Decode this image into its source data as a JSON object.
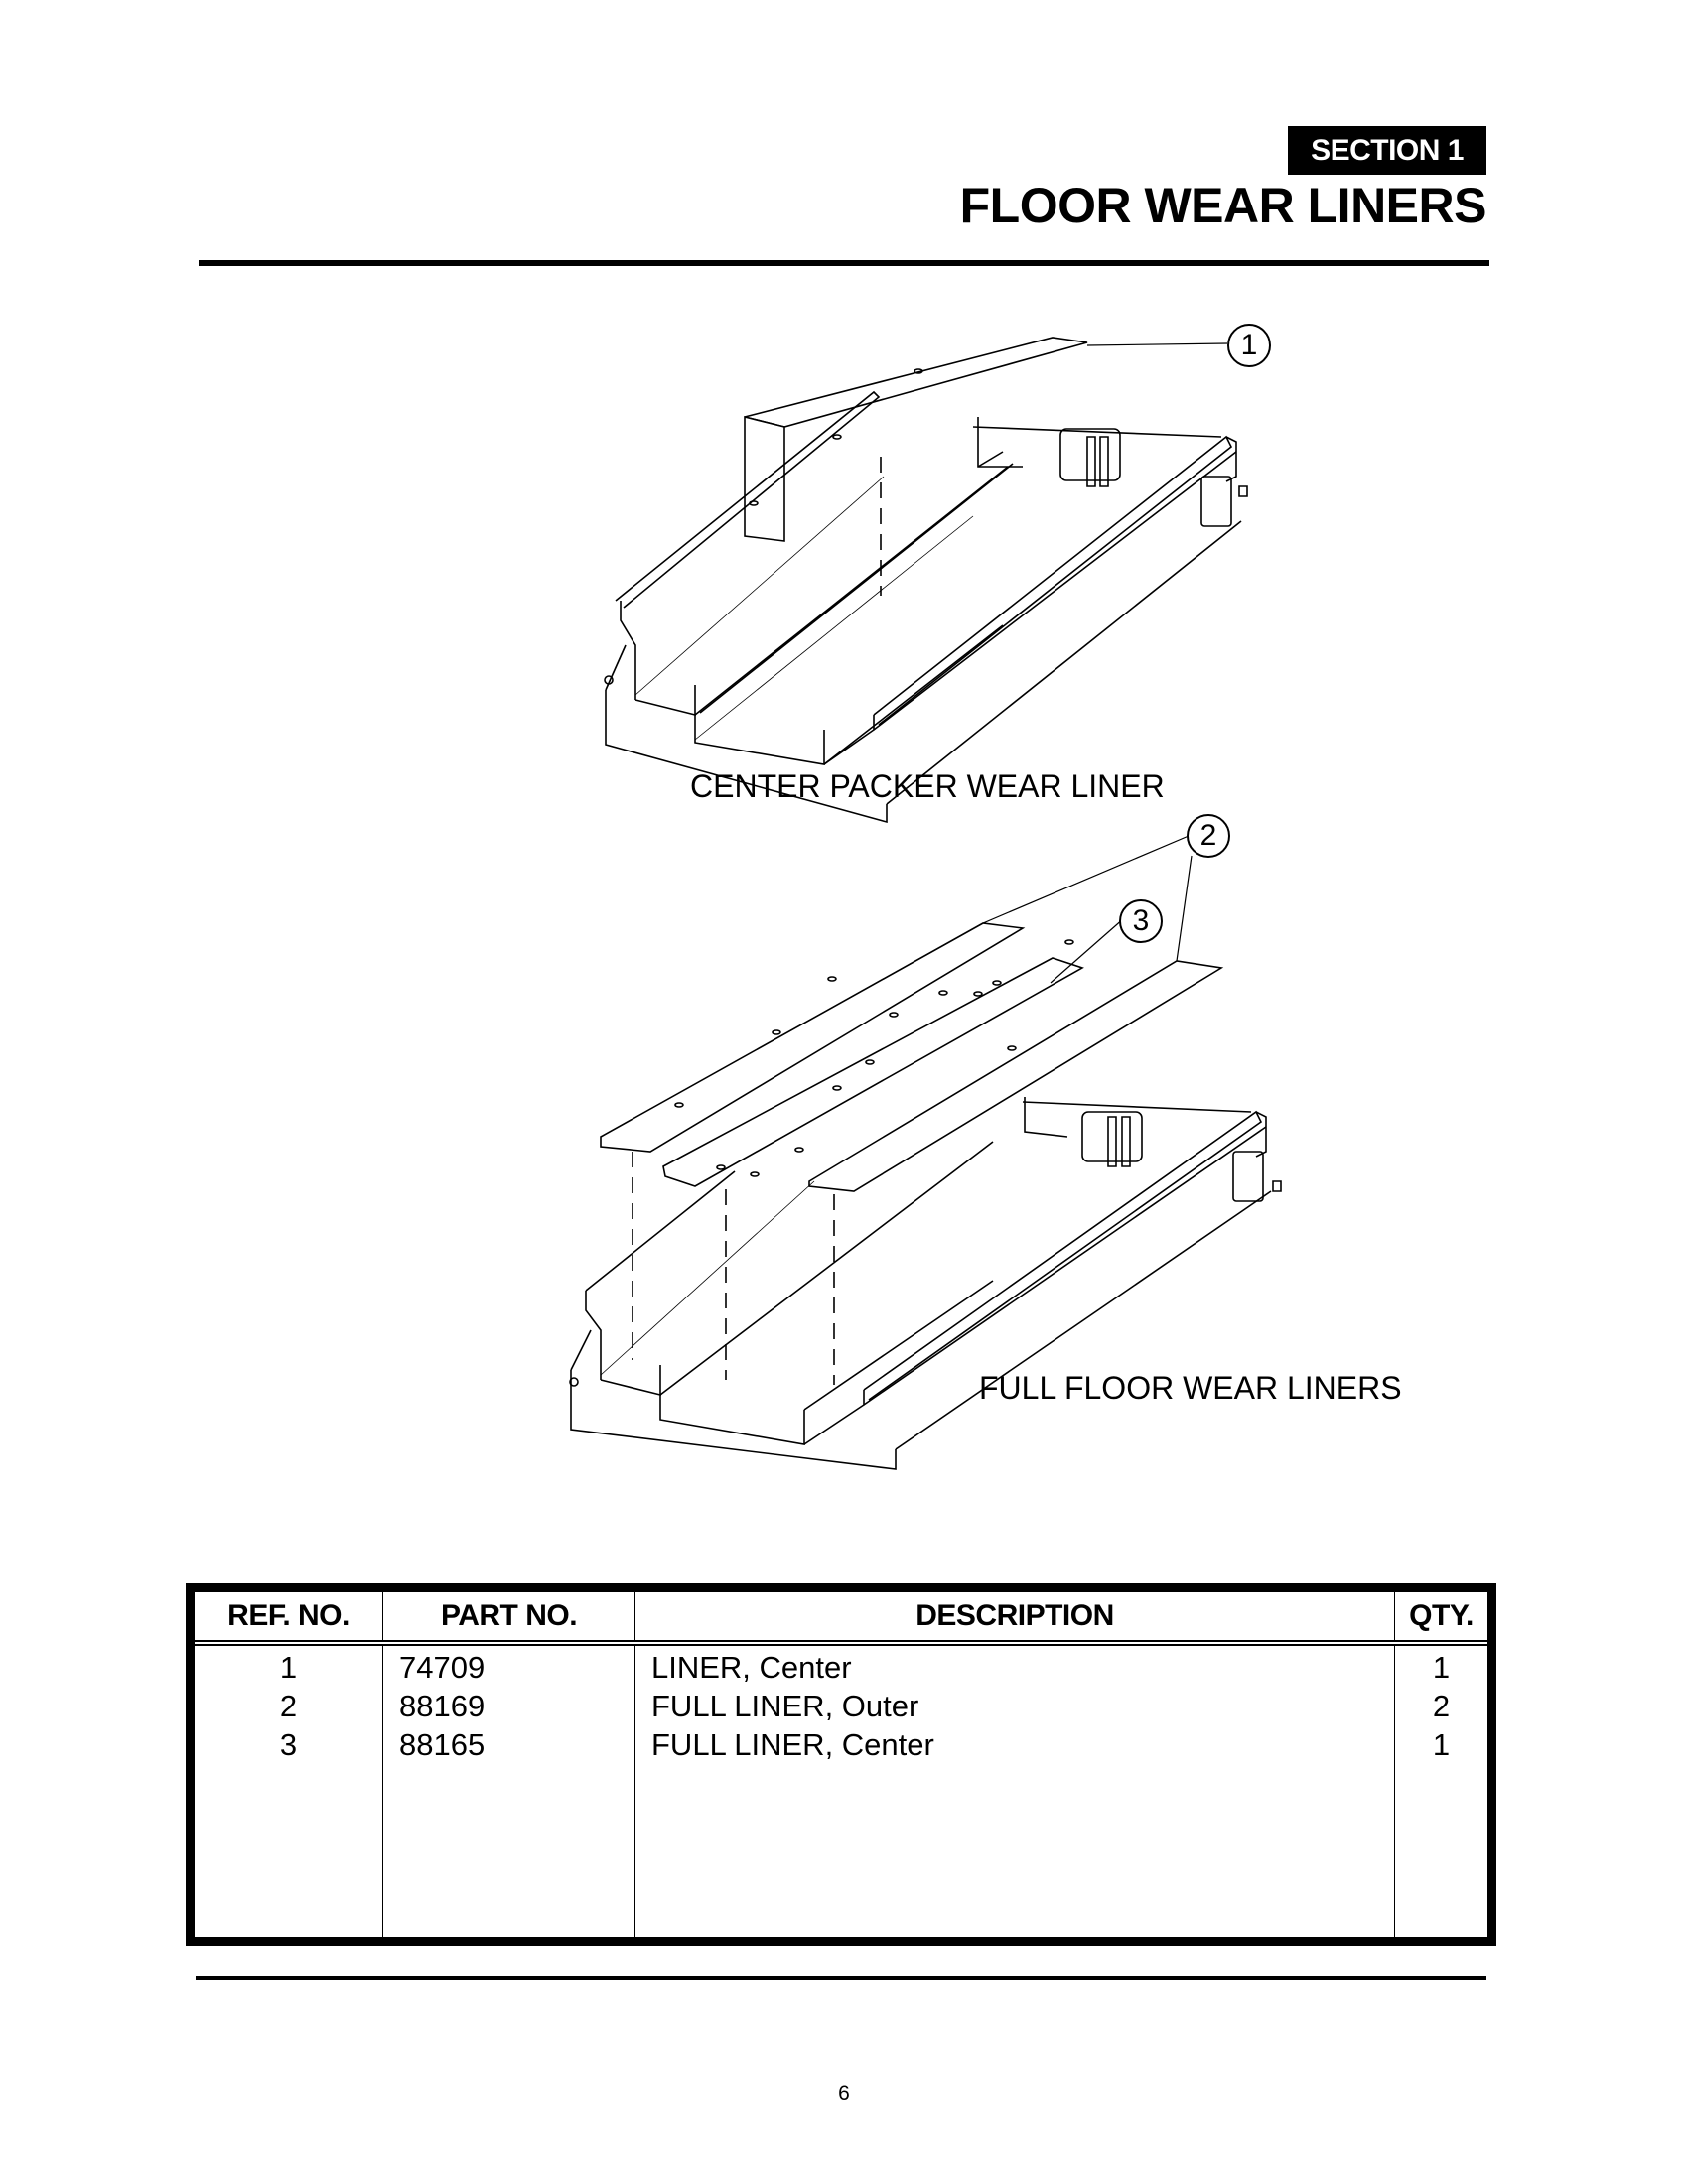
{
  "header": {
    "section_badge": "SECTION 1",
    "title": "FLOOR WEAR LINERS"
  },
  "diagrams": [
    {
      "caption": "CENTER PACKER WEAR LINER",
      "callouts": [
        "1"
      ]
    },
    {
      "caption": "FULL FLOOR WEAR LINERS",
      "callouts": [
        "2",
        "3"
      ]
    }
  ],
  "parts_table": {
    "columns": [
      "REF. NO.",
      "PART NO.",
      "DESCRIPTION",
      "QTY."
    ],
    "rows": [
      {
        "ref": "1",
        "part": "74709",
        "description": "LINER, Center",
        "qty": "1"
      },
      {
        "ref": "2",
        "part": "88169",
        "description": "FULL LINER, Outer",
        "qty": "2"
      },
      {
        "ref": "3",
        "part": "88165",
        "description": "FULL LINER, Center",
        "qty": "1"
      }
    ]
  },
  "footer": {
    "page_number": "6"
  }
}
